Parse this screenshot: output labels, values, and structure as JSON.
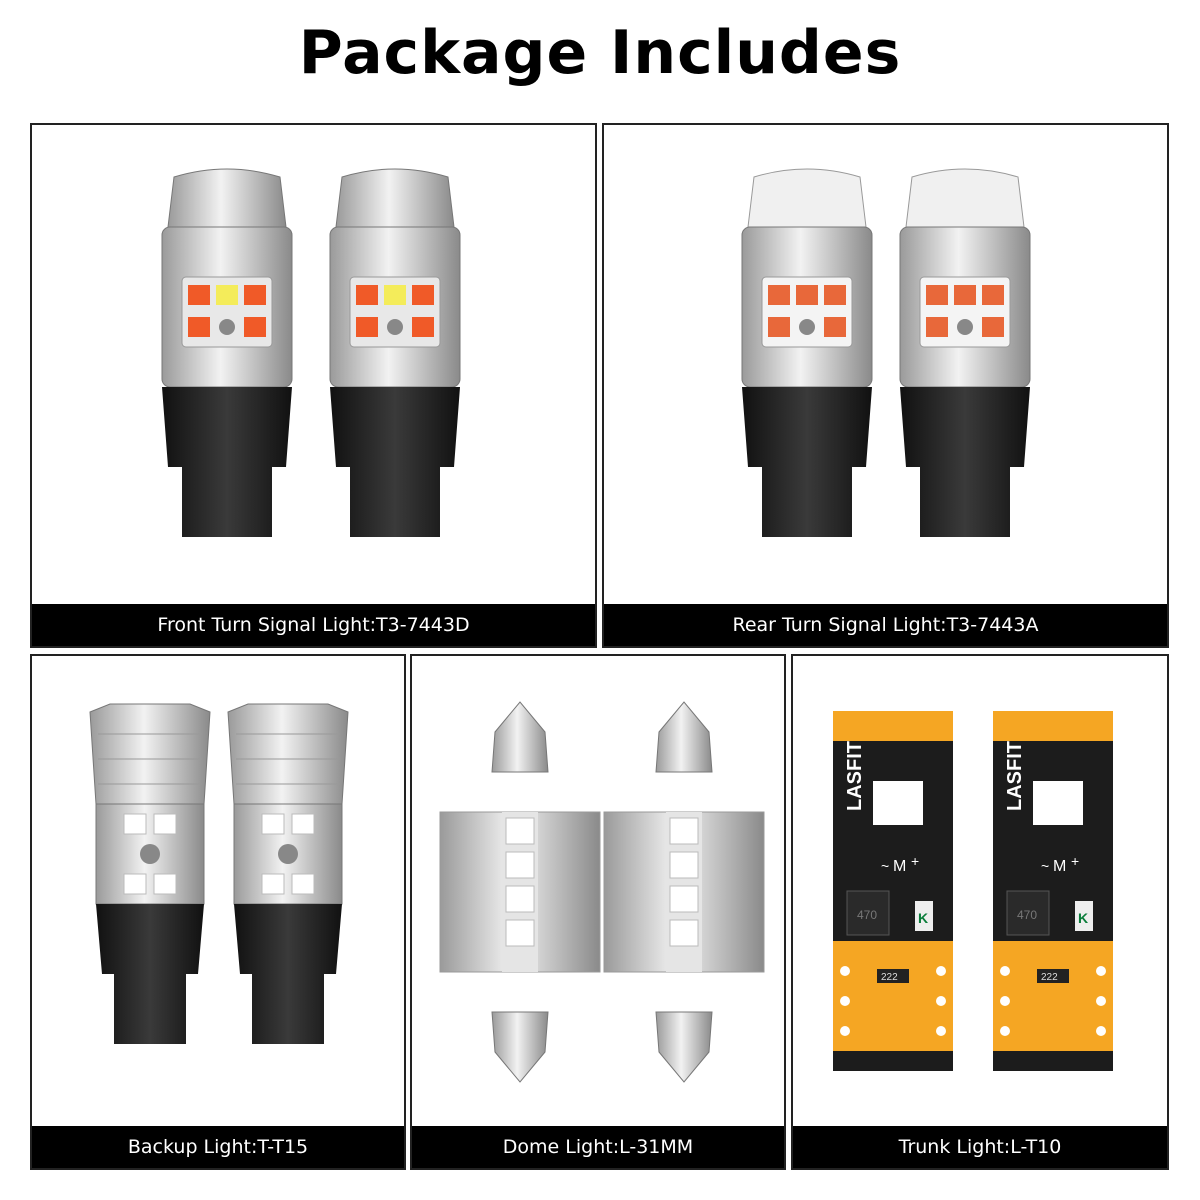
{
  "title": "Package Includes",
  "brand_text": "LASFIT",
  "panels": [
    {
      "caption": "Front Turn Signal Light:T3-7443D",
      "icon": "7443-bulb-icon",
      "accent": "#f05a28"
    },
    {
      "caption": "Rear Turn Signal Light:T3-7443A",
      "icon": "7443-bulb-icon",
      "accent": "#e8683a"
    },
    {
      "caption": "Backup Light:T-T15",
      "icon": "t15-bulb-icon",
      "accent": "#ffffff"
    },
    {
      "caption": "Dome Light:L-31MM",
      "icon": "festoon-bulb-icon",
      "accent": "#ffffff"
    },
    {
      "caption": "Trunk Light:L-T10",
      "icon": "t10-bulb-icon",
      "accent": "#f5a623"
    }
  ],
  "t10_labels": {
    "m": "M",
    "plus": "+",
    "minus": "~",
    "inductor": "470",
    "diode": "K",
    "resistor": "222"
  }
}
